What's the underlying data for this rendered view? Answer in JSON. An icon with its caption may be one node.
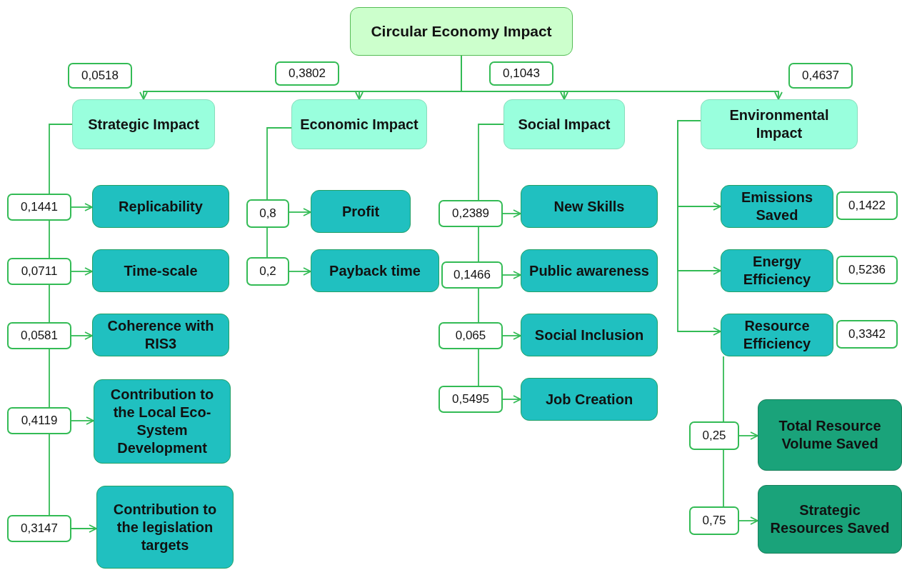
{
  "diagram": {
    "nodes": [
      {
        "text": [
          "Circular Economy Impact"
        ]
      },
      {
        "text": [
          "0,0518"
        ]
      },
      {
        "text": [
          "0,3802"
        ]
      },
      {
        "text": [
          "0,1043"
        ]
      },
      {
        "text": [
          "0,4637"
        ]
      },
      {
        "text": [
          "Strategic Impact"
        ]
      },
      {
        "text": [
          "Economic Impact"
        ]
      },
      {
        "text": [
          "Social Impact"
        ]
      },
      {
        "text": [
          "Environmental Impact"
        ]
      },
      {
        "text": [
          "0,1441"
        ]
      },
      {
        "text": [
          "Replicability"
        ]
      },
      {
        "text": [
          "0,0711"
        ]
      },
      {
        "text": [
          "Time-scale"
        ]
      },
      {
        "text": [
          "0,0581"
        ]
      },
      {
        "text": [
          "Coherence with RIS3"
        ]
      },
      {
        "text": [
          "0,4119"
        ]
      },
      {
        "text": [
          "Contribution to the Local Eco-System Development"
        ]
      },
      {
        "text": [
          "0,3147"
        ]
      },
      {
        "text": [
          "Contribution to the legislation targets"
        ]
      },
      {
        "text": [
          "0,8"
        ]
      },
      {
        "text": [
          "Profit"
        ]
      },
      {
        "text": [
          "0,2"
        ]
      },
      {
        "text": [
          "Payback time"
        ]
      },
      {
        "text": [
          "0,2389"
        ]
      },
      {
        "text": [
          "New Skills"
        ]
      },
      {
        "text": [
          "0,1466"
        ]
      },
      {
        "text": [
          "Public awareness"
        ]
      },
      {
        "text": [
          "0,065"
        ]
      },
      {
        "text": [
          "Social Inclusion"
        ]
      },
      {
        "text": [
          "0,5495"
        ]
      },
      {
        "text": [
          "Job Creation"
        ]
      },
      {
        "text": [
          "Emissions Saved"
        ]
      },
      {
        "text": [
          "0,1422"
        ]
      },
      {
        "text": [
          "Energy Efficiency"
        ]
      },
      {
        "text": [
          "0,5236"
        ]
      },
      {
        "text": [
          "Resource Efficiency"
        ]
      },
      {
        "text": [
          "0,3342"
        ]
      },
      {
        "text": [
          "0,25"
        ]
      },
      {
        "text": [
          "Total Resource Volume Saved"
        ]
      },
      {
        "text": [
          "0,75"
        ]
      },
      {
        "text": [
          "Strategic Resources Saved"
        ]
      }
    ],
    "edges": [
      {
        "from": 0,
        "to": 5,
        "arrow": "to"
      },
      {
        "from": 0,
        "to": 6,
        "arrow": "to"
      },
      {
        "from": 0,
        "to": 7,
        "arrow": "to"
      },
      {
        "from": 0,
        "to": 8,
        "arrow": "to"
      },
      {
        "from": 5,
        "to": 9,
        "arrow": "none"
      },
      {
        "from": 9,
        "to": 10,
        "arrow": "to"
      },
      {
        "from": 9,
        "to": 11,
        "arrow": "none"
      },
      {
        "from": 11,
        "to": 12,
        "arrow": "to"
      },
      {
        "from": 11,
        "to": 13,
        "arrow": "none"
      },
      {
        "from": 13,
        "to": 14,
        "arrow": "to"
      },
      {
        "from": 13,
        "to": 15,
        "arrow": "none"
      },
      {
        "from": 15,
        "to": 16,
        "arrow": "to"
      },
      {
        "from": 15,
        "to": 17,
        "arrow": "none"
      },
      {
        "from": 17,
        "to": 18,
        "arrow": "to"
      },
      {
        "from": 6,
        "to": 19,
        "arrow": "none"
      },
      {
        "from": 19,
        "to": 20,
        "arrow": "to"
      },
      {
        "from": 19,
        "to": 21,
        "arrow": "none"
      },
      {
        "from": 21,
        "to": 22,
        "arrow": "to"
      },
      {
        "from": 7,
        "to": 23,
        "arrow": "none"
      },
      {
        "from": 23,
        "to": 24,
        "arrow": "to"
      },
      {
        "from": 23,
        "to": 25,
        "arrow": "none"
      },
      {
        "from": 25,
        "to": 26,
        "arrow": "to"
      },
      {
        "from": 25,
        "to": 27,
        "arrow": "none"
      },
      {
        "from": 27,
        "to": 28,
        "arrow": "to"
      },
      {
        "from": 27,
        "to": 29,
        "arrow": "none"
      },
      {
        "from": 29,
        "to": 30,
        "arrow": "to"
      },
      {
        "from": 8,
        "to": 31,
        "arrow": "to"
      },
      {
        "from": 8,
        "to": 33,
        "arrow": "to"
      },
      {
        "from": 8,
        "to": 35,
        "arrow": "to"
      },
      {
        "from": 35,
        "to": 37,
        "arrow": "none"
      },
      {
        "from": 37,
        "to": 38,
        "arrow": "to"
      },
      {
        "from": 37,
        "to": 39,
        "arrow": "none"
      },
      {
        "from": 39,
        "to": 40,
        "arrow": "to"
      }
    ]
  }
}
